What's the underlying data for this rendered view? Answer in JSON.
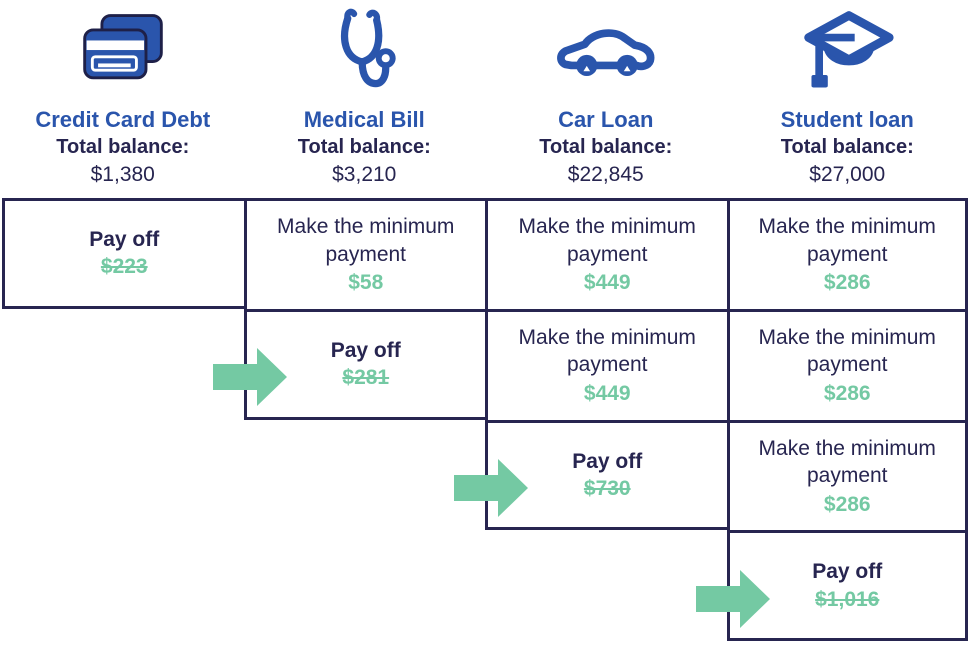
{
  "colors": {
    "navy_text_and_borders": "#272550",
    "blue_headings_and_icons": "#2A55AC",
    "green_amounts_and_arrows": "#74C9A3",
    "background": "#ffffff"
  },
  "columns": [
    {
      "title": "Credit Card Debt",
      "icon": "credit-card-icon",
      "balance_label": "Total balance:",
      "balance": "$1,380"
    },
    {
      "title": "Medical Bill",
      "icon": "stethoscope-icon",
      "balance_label": "Total balance:",
      "balance": "$3,210"
    },
    {
      "title": "Car Loan",
      "icon": "car-icon",
      "balance_label": "Total balance:",
      "balance": "$22,845"
    },
    {
      "title": "Student loan",
      "icon": "graduation-cap-icon",
      "balance_label": "Total balance:",
      "balance": "$27,000"
    }
  ],
  "strategy_table": {
    "rows": [
      {
        "step": 1,
        "cells": [
          {
            "col": 1,
            "type": "payoff",
            "label": "Pay off",
            "amount": "$223",
            "struck": true,
            "arrow": false
          },
          {
            "col": 2,
            "type": "minimum",
            "label": "Make the minimum payment",
            "amount": "$58",
            "struck": false,
            "arrow": false
          },
          {
            "col": 3,
            "type": "minimum",
            "label": "Make the minimum payment",
            "amount": "$449",
            "struck": false,
            "arrow": false
          },
          {
            "col": 4,
            "type": "minimum",
            "label": "Make the minimum payment",
            "amount": "$286",
            "struck": false,
            "arrow": false
          }
        ]
      },
      {
        "step": 2,
        "cells": [
          {
            "col": 2,
            "type": "payoff",
            "label": "Pay off",
            "amount": "$281",
            "struck": true,
            "arrow": true
          },
          {
            "col": 3,
            "type": "minimum",
            "label": "Make the minimum payment",
            "amount": "$449",
            "struck": false,
            "arrow": false
          },
          {
            "col": 4,
            "type": "minimum",
            "label": "Make the minimum payment",
            "amount": "$286",
            "struck": false,
            "arrow": false
          }
        ]
      },
      {
        "step": 3,
        "cells": [
          {
            "col": 3,
            "type": "payoff",
            "label": "Pay off",
            "amount": "$730",
            "struck": true,
            "arrow": true
          },
          {
            "col": 4,
            "type": "minimum",
            "label": "Make the minimum payment",
            "amount": "$286",
            "struck": false,
            "arrow": false
          }
        ]
      },
      {
        "step": 4,
        "cells": [
          {
            "col": 4,
            "type": "payoff",
            "label": "Pay off",
            "amount": "$1,016",
            "struck": true,
            "arrow": true
          }
        ]
      }
    ]
  }
}
